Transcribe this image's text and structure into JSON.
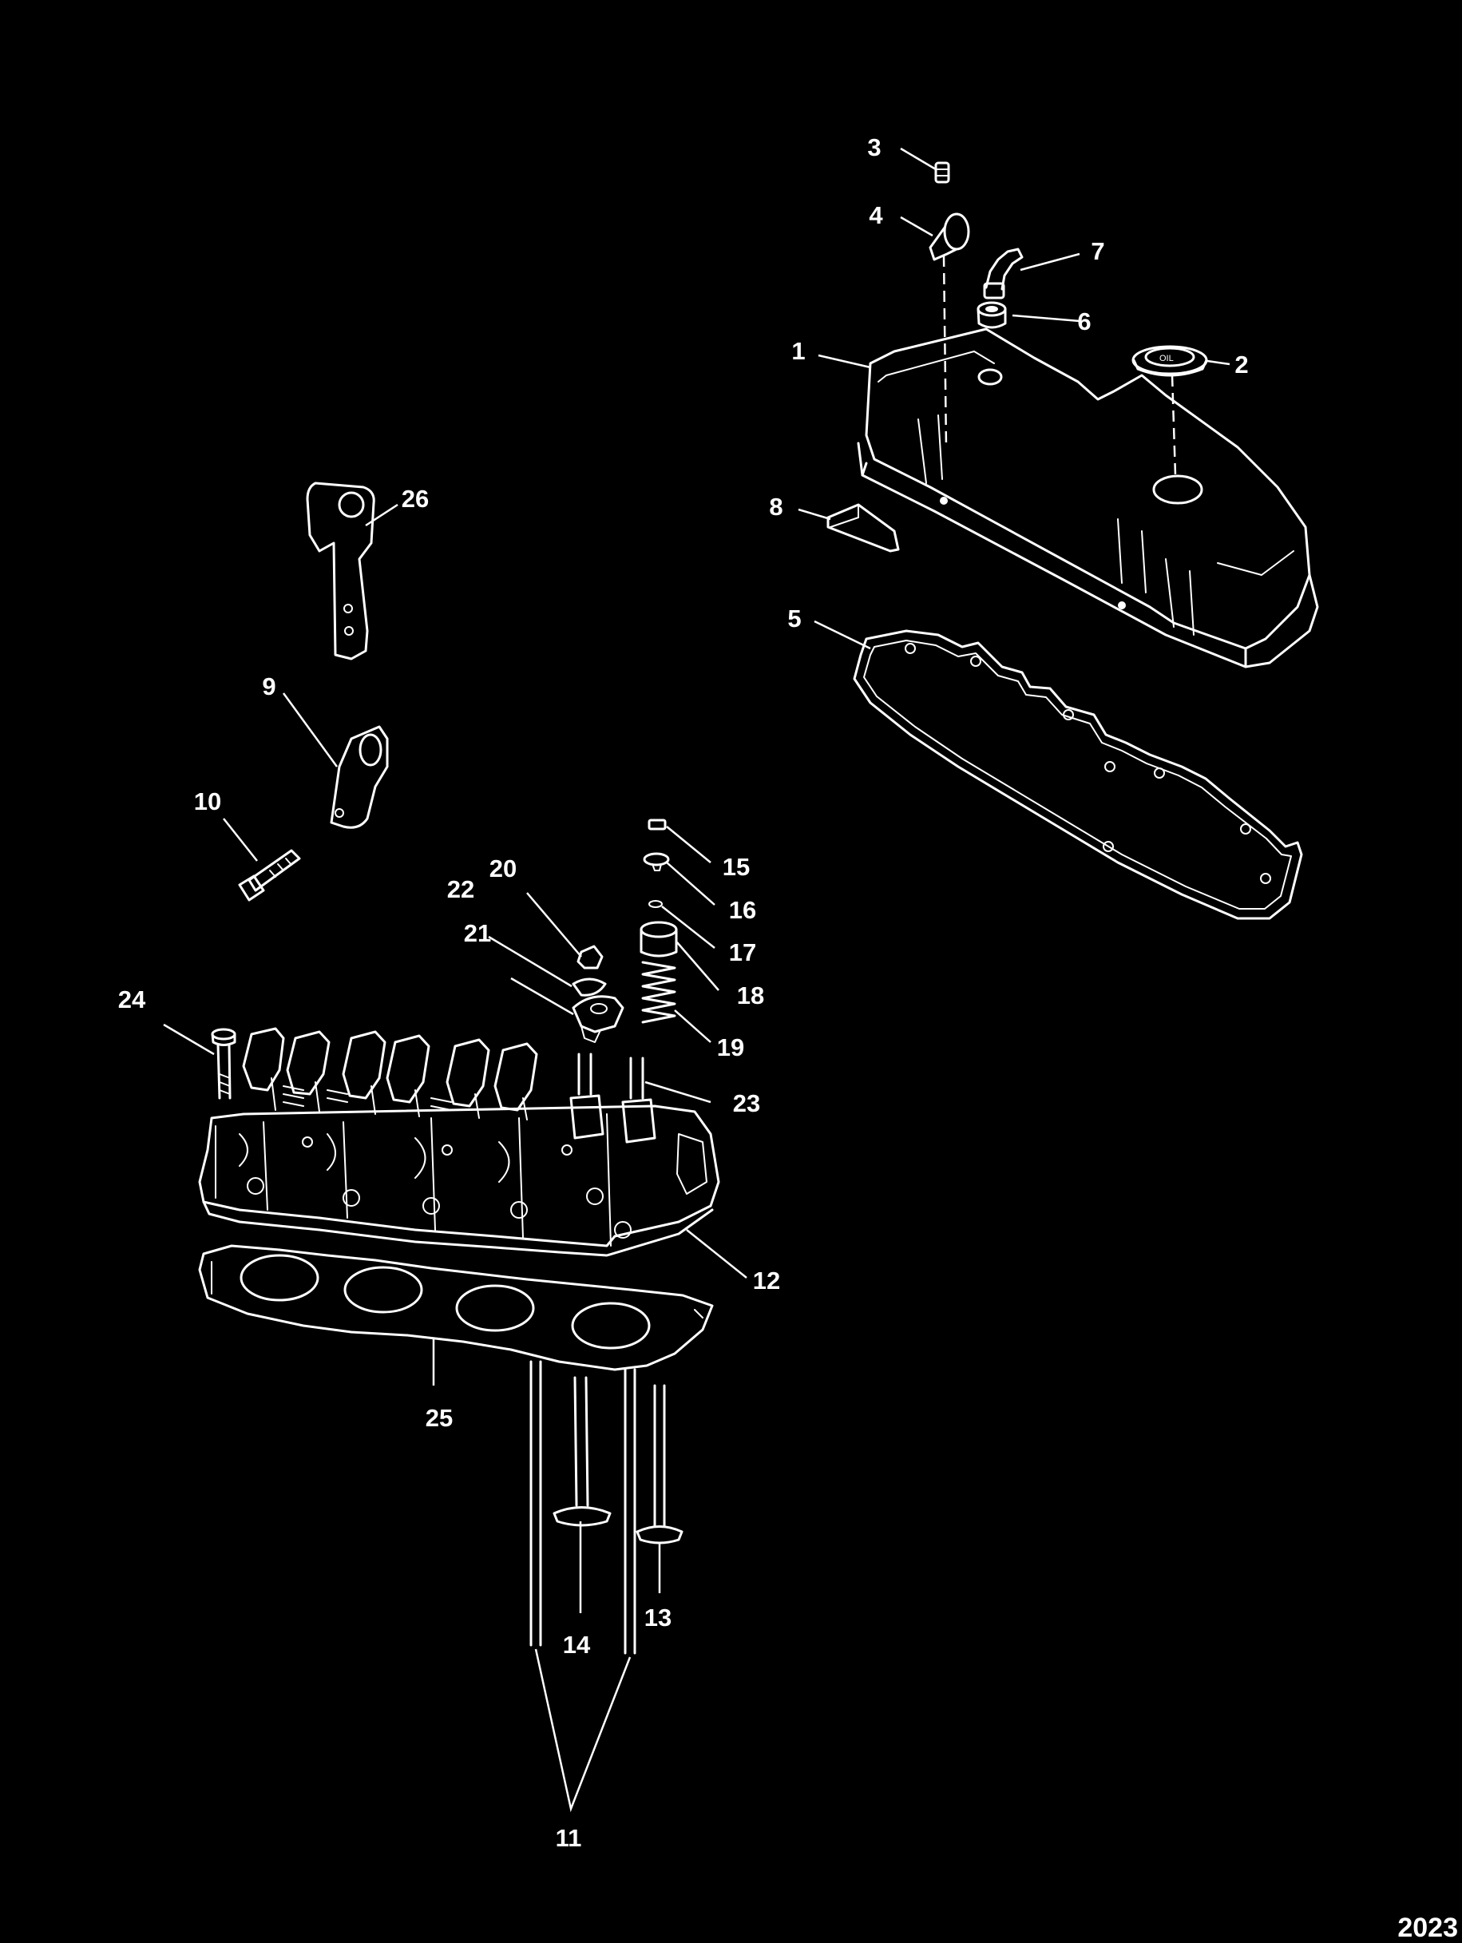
{
  "callouts": {
    "c1": "1",
    "c2": "2",
    "c3": "3",
    "c4": "4",
    "c5": "5",
    "c6": "6",
    "c7": "7",
    "c8": "8",
    "c9": "9",
    "c10": "10",
    "c11": "11",
    "c12": "12",
    "c13": "13",
    "c14": "14",
    "c15": "15",
    "c16": "16",
    "c17": "17",
    "c18": "18",
    "c19": "19",
    "c20": "20",
    "c21": "21",
    "c22": "22",
    "c23": "23",
    "c24": "24",
    "c25": "25",
    "c26": "26"
  },
  "oil_cap_marking": "OIL",
  "figure_ref": "2023"
}
